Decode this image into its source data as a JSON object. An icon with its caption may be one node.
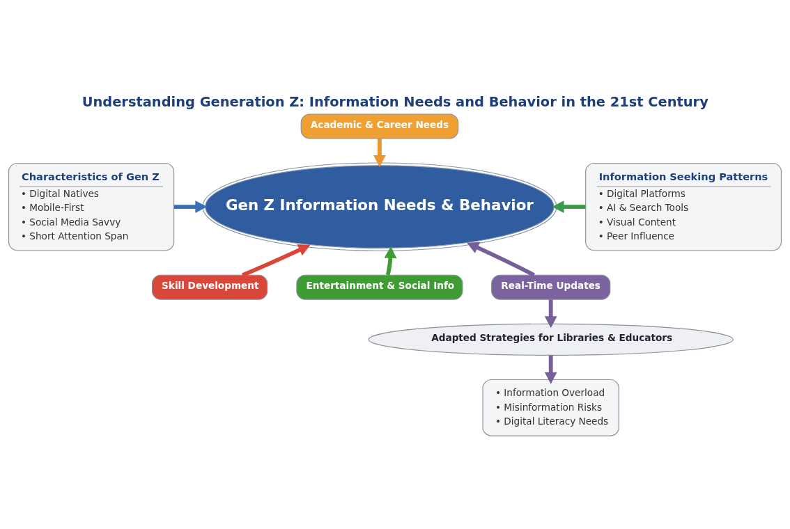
{
  "diagram": {
    "title": "Understanding Generation Z: Information Needs and Behavior in the 21st Century",
    "nodes": [
      {
        "text": [
          "Academic & Career Needs"
        ]
      },
      {
        "text": [
          "Characteristics of Gen Z",
          "• Digital Natives",
          "• Mobile-First",
          "• Social Media Savvy",
          "• Short Attention Span"
        ]
      },
      {
        "text": [
          "Gen Z Information Needs & Behavior"
        ]
      },
      {
        "text": [
          "Information Seeking Patterns",
          "• Digital Platforms",
          "• AI & Search Tools",
          "• Visual Content",
          "• Peer Influence"
        ]
      },
      {
        "text": [
          "Skill Development"
        ]
      },
      {
        "text": [
          "Entertainment & Social Info"
        ]
      },
      {
        "text": [
          "Real-Time Updates"
        ]
      },
      {
        "text": [
          "Adapted Strategies for Libraries & Educators"
        ]
      },
      {
        "text": [
          "• Information Overload",
          "• Misinformation Risks",
          "• Digital Literacy Needs"
        ]
      }
    ],
    "edges": [
      {
        "from": 0,
        "to": 2,
        "arrow": "to",
        "color": "#e8962e"
      },
      {
        "from": 1,
        "to": 2,
        "arrow": "to",
        "color": "#3a6fb5"
      },
      {
        "from": 3,
        "to": 2,
        "arrow": "to",
        "color": "#3a9a4a"
      },
      {
        "from": 4,
        "to": 2,
        "arrow": "to",
        "color": "#d9473b"
      },
      {
        "from": 5,
        "to": 2,
        "arrow": "to",
        "color": "#3f9c35"
      },
      {
        "from": 6,
        "to": 2,
        "arrow": "to",
        "color": "#76609a"
      },
      {
        "from": 6,
        "to": 7,
        "arrow": "to",
        "color": "#76609a"
      },
      {
        "from": 7,
        "to": 8,
        "arrow": "to",
        "color": "#76609a"
      }
    ]
  }
}
